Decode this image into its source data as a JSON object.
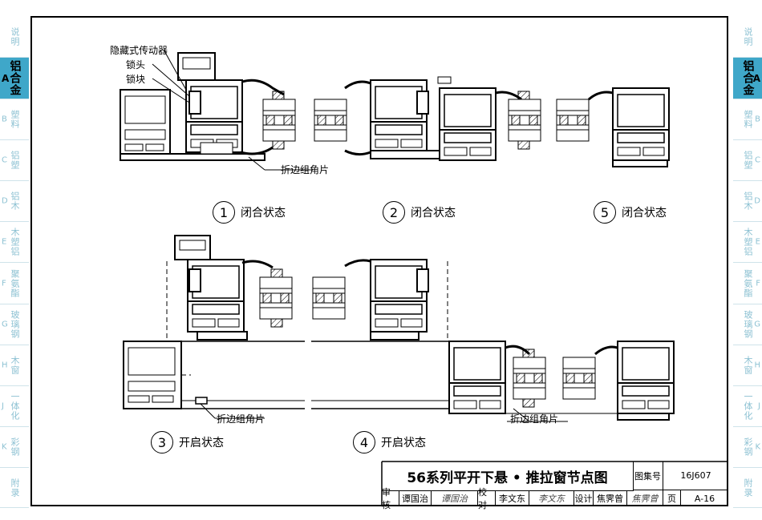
{
  "left_tabs": [
    {
      "text": "说明",
      "letter": "",
      "active": false
    },
    {
      "text": "铝合金",
      "letter": "A",
      "active": true
    },
    {
      "text": "塑料",
      "letter": "B",
      "active": false
    },
    {
      "text": "铝塑",
      "letter": "C",
      "active": false
    },
    {
      "text": "铝木",
      "letter": "D",
      "active": false
    },
    {
      "text": "木塑铝",
      "letter": "E",
      "active": false
    },
    {
      "text": "聚氨酯",
      "letter": "F",
      "active": false
    },
    {
      "text": "玻璃钢",
      "letter": "G",
      "active": false
    },
    {
      "text": "木窗",
      "letter": "H",
      "active": false
    },
    {
      "text": "一体化",
      "letter": "J",
      "active": false
    },
    {
      "text": "彩钢",
      "letter": "K",
      "active": false
    },
    {
      "text": "附录",
      "letter": "",
      "active": false
    }
  ],
  "labels": {
    "actuator": "隐藏式传动器",
    "lock_head": "锁头",
    "lock_block": "锁块",
    "corner_piece_top": "折边组角片",
    "corner_piece_mid": "折边组角片",
    "corner_piece_bot": "折边组角片"
  },
  "states": [
    {
      "num": "1",
      "text": "闭合状态"
    },
    {
      "num": "2",
      "text": "闭合状态"
    },
    {
      "num": "5",
      "text": "闭合状态"
    },
    {
      "num": "3",
      "text": "开启状态"
    },
    {
      "num": "4",
      "text": "开启状态"
    }
  ],
  "title_block": {
    "title": "56系列平开下悬 • 推拉窗节点图",
    "atlas_label": "图集号",
    "atlas_no": "16J607",
    "review_label": "审核",
    "reviewer": "谭国治",
    "reviewer_sig": "谭国治",
    "check_label": "校对",
    "checker": "李文东",
    "checker_sig": "李文东",
    "design_label": "设计",
    "designer": "焦霁曾",
    "designer_sig": "焦霁曾",
    "page_label": "页",
    "page_no": "A-16"
  }
}
